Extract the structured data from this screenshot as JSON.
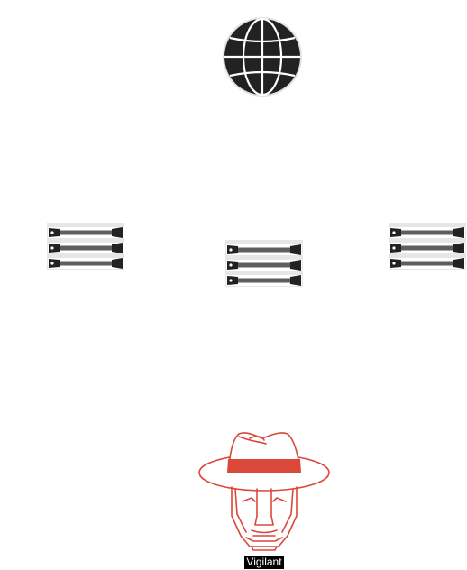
{
  "diagram": {
    "nodes": [
      {
        "id": "internet",
        "icon": "globe-icon"
      },
      {
        "id": "server-left",
        "icon": "server-rack-icon"
      },
      {
        "id": "server-center",
        "icon": "server-rack-icon"
      },
      {
        "id": "server-right",
        "icon": "server-rack-icon"
      },
      {
        "id": "vigilant",
        "icon": "spy-hat-face-icon",
        "label": "Vigilant"
      }
    ],
    "colors": {
      "globe_fill": "#222222",
      "server_dark": "#222222",
      "server_bar": "#5e5e5e",
      "server_shadow": "#e6e6e6",
      "spy_accent": "#d9483b"
    }
  }
}
